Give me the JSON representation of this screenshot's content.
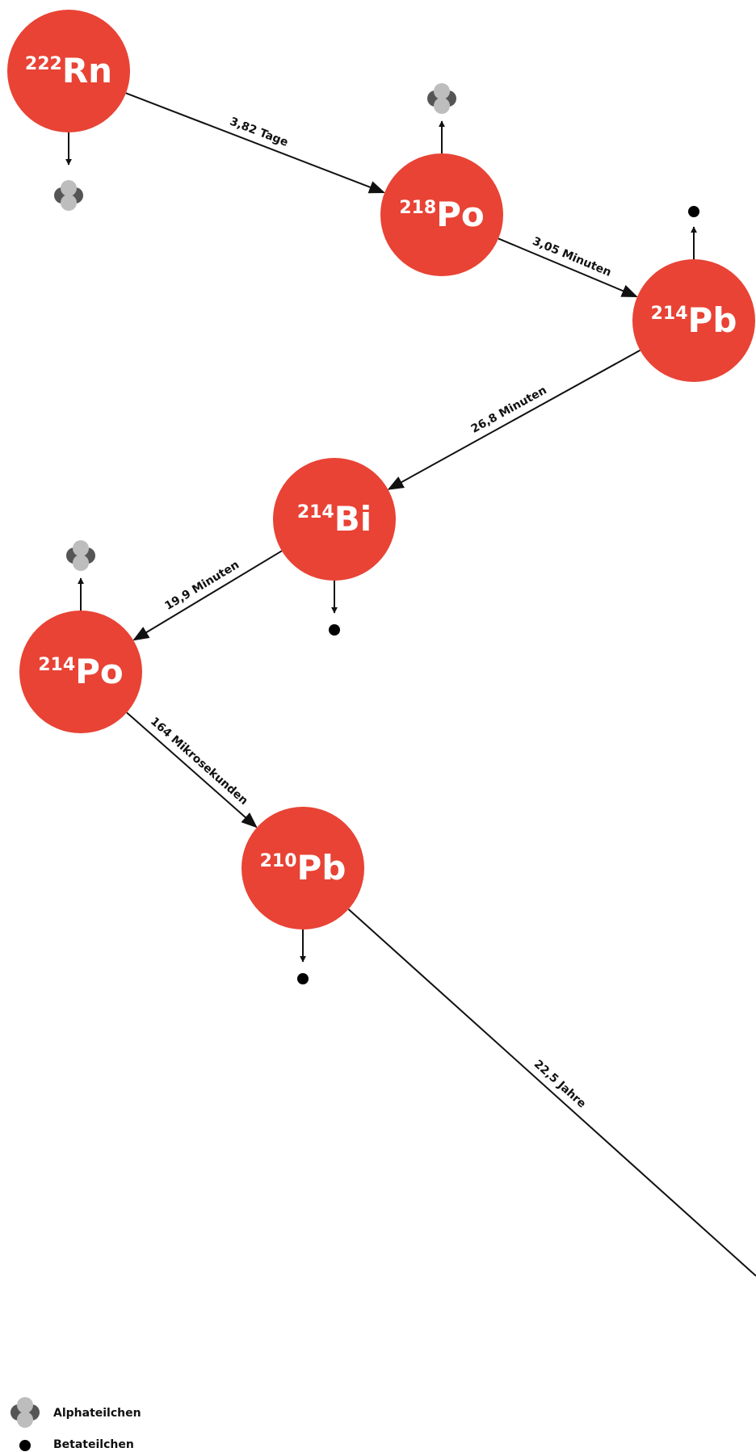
{
  "colors": {
    "nuclide": "#e84335",
    "line": "#111111",
    "alpha_dark": "#555555",
    "alpha_light": "#bdbdbd"
  },
  "nuclides": [
    {
      "id": "rn222",
      "mass": "222",
      "symbol": "Rn"
    },
    {
      "id": "po218",
      "mass": "218",
      "symbol": "Po"
    },
    {
      "id": "pb214",
      "mass": "214",
      "symbol": "Pb"
    },
    {
      "id": "bi214",
      "mass": "214",
      "symbol": "Bi"
    },
    {
      "id": "po214",
      "mass": "214",
      "symbol": "Po"
    },
    {
      "id": "pb210",
      "mass": "210",
      "symbol": "Pb"
    }
  ],
  "decays": [
    {
      "from": "rn222",
      "to": "po218",
      "half_life": "3,82 Tage"
    },
    {
      "from": "po218",
      "to": "pb214",
      "half_life": "3,05 Minuten"
    },
    {
      "from": "pb214",
      "to": "bi214",
      "half_life": "26,8 Minuten"
    },
    {
      "from": "bi214",
      "to": "po214",
      "half_life": "19,9 Minuten"
    },
    {
      "from": "po214",
      "to": "pb210",
      "half_life": "164 Mikrosekunden"
    },
    {
      "from": "pb210",
      "to": "offscreen",
      "half_life": "22,5 Jahre"
    }
  ],
  "emissions": [
    {
      "nuclide": "rn222",
      "particle": "alpha"
    },
    {
      "nuclide": "po218",
      "particle": "alpha"
    },
    {
      "nuclide": "pb214",
      "particle": "beta"
    },
    {
      "nuclide": "bi214",
      "particle": "beta"
    },
    {
      "nuclide": "po214",
      "particle": "alpha"
    },
    {
      "nuclide": "pb210",
      "particle": "beta"
    }
  ],
  "legend": {
    "alpha_label": "Alphateilchen",
    "beta_label": "Betateilchen"
  }
}
